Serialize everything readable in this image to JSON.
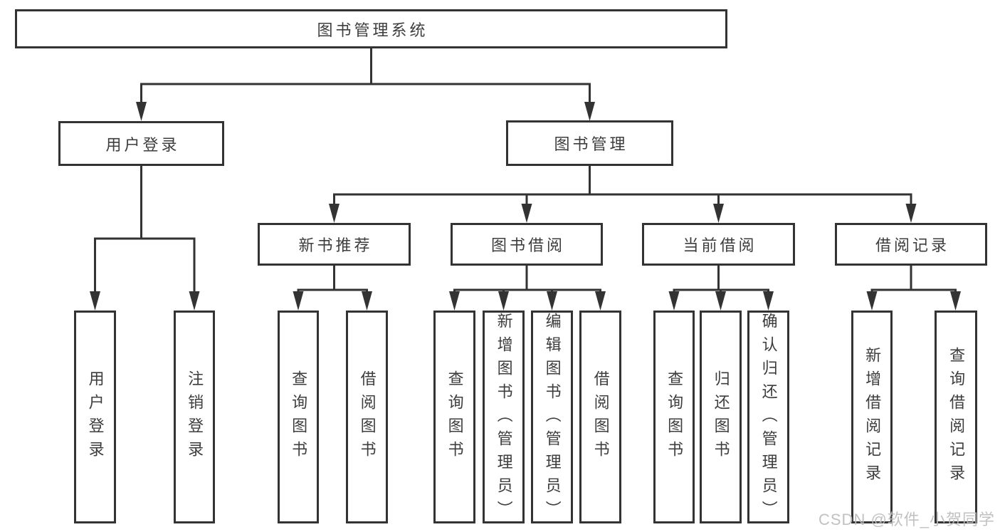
{
  "diagram": {
    "root": {
      "label": "图书管理系统"
    },
    "level2": [
      {
        "label": "用户登录"
      },
      {
        "label": "图书管理"
      }
    ],
    "level3": [
      {
        "label": "新书推荐"
      },
      {
        "label": "图书借阅"
      },
      {
        "label": "当前借阅"
      },
      {
        "label": "借阅记录"
      }
    ],
    "leaves": {
      "user_login": [
        "用户登录",
        "注销登录"
      ],
      "new_book_recommendation": [
        "查询图书",
        "借阅图书"
      ],
      "book_borrowing": [
        "查询图书",
        "新增图书（管理员）",
        "编辑图书（管理员）",
        "借阅图书"
      ],
      "current_borrowing": [
        "查询图书",
        "归还图书",
        "确认归还（管理员）"
      ],
      "borrowing_records": [
        "新增借阅记录",
        "查询借阅记录"
      ]
    }
  },
  "watermark": {
    "text": "CSDN @软件_小贺同学"
  },
  "colors": {
    "line": "#333333",
    "text": "#3d3d3d",
    "background": "#ffffff",
    "watermark": "#bcbcbc"
  }
}
